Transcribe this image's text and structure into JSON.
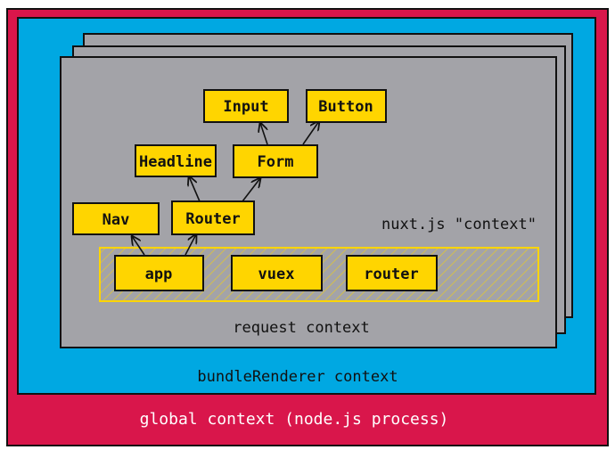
{
  "colors": {
    "global": "#d9164b",
    "bundle": "#00a8e2",
    "request": "#a3a3a8",
    "node": "#ffd500",
    "ink": "#111111"
  },
  "labels": {
    "global_context": "global context (node.js process)",
    "bundle_context": "bundleRenderer context",
    "request_context": "request context",
    "nuxt_context": "nuxt.js \"context\""
  },
  "nodes": {
    "input": "Input",
    "button": "Button",
    "headline": "Headline",
    "form": "Form",
    "nav": "Nav",
    "router": "Router",
    "app": "app",
    "vuex": "vuex",
    "router_store": "router"
  }
}
